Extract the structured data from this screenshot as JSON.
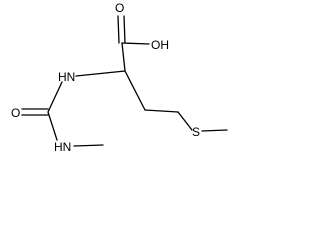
{
  "molecule": {
    "atoms": {
      "carbonyl_oxygen_acid": "O",
      "hydroxyl": "OH",
      "amine_nh": "HN",
      "urea_oxygen": "O",
      "methylamine_nh": "HN",
      "sulfur": "S"
    },
    "colors": {
      "bond": "#000000",
      "text": "#000000",
      "background": "#ffffff"
    }
  }
}
